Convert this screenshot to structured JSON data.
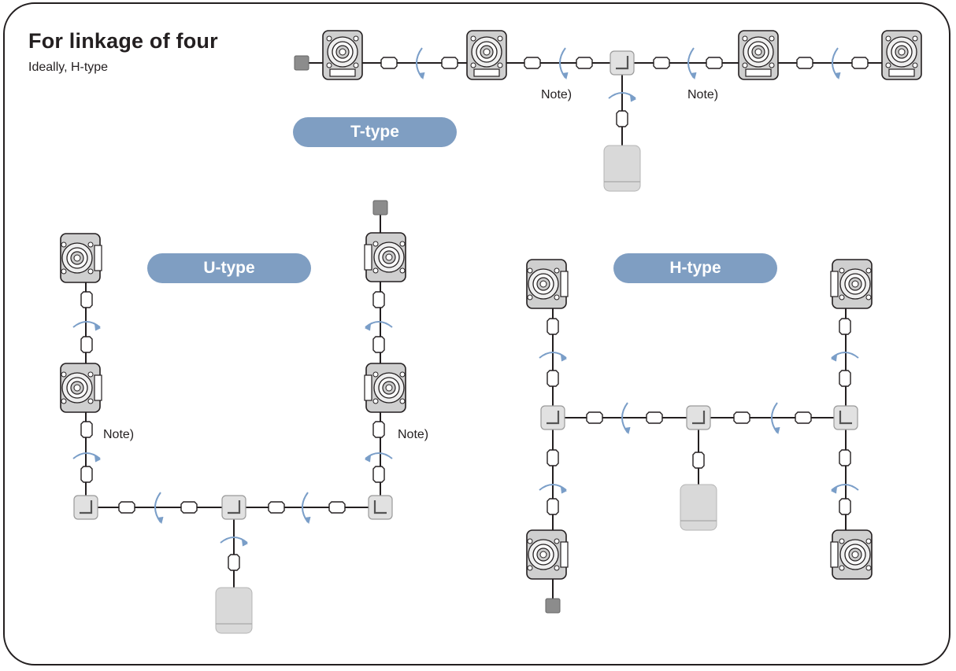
{
  "title": "For linkage of four",
  "subtitle": "Ideally, H-type",
  "colors": {
    "pill": "#7f9ec2",
    "line": "#231f20",
    "arrow": "#7a9ec8",
    "joint_fill": "#e1e1e1",
    "controller_fill": "#d9d9d9",
    "terminator_fill": "#8c8c8c",
    "motor_fill": "#cfcfcf"
  },
  "icons": [
    "servo-motor-icon",
    "branch-joint-icon",
    "rotation-arrow-icon",
    "connector-icon",
    "terminator-icon",
    "controller-icon"
  ],
  "diagrams": [
    {
      "type_label": "T-type",
      "notes": [
        "Note)",
        "Note)"
      ]
    },
    {
      "type_label": "U-type",
      "notes": [
        "Note)",
        "Note)"
      ]
    },
    {
      "type_label": "H-type",
      "notes": []
    }
  ]
}
